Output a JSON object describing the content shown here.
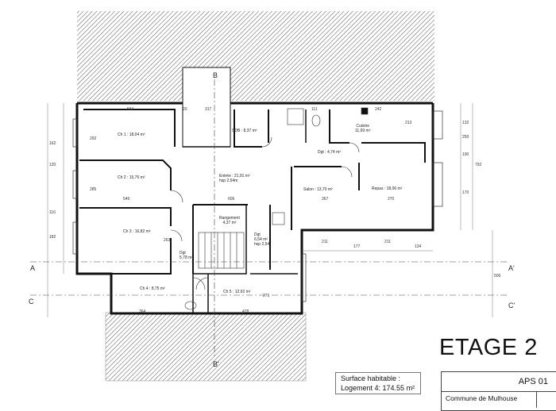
{
  "drawing": {
    "title": "ETAGE 2",
    "surface": {
      "line1": "Surface habitable :",
      "line2": "Logement 4: 174.55 m²"
    },
    "title_block": {
      "code": "APS 01",
      "commune": "Commune de Mulhouse"
    }
  },
  "sections": {
    "A": "A",
    "A_prime": "A'",
    "B": "B",
    "B_prime": "B'",
    "C": "C",
    "C_prime": "C'"
  },
  "rooms": [
    {
      "name": "Ch 1 : 18,04 m²"
    },
    {
      "name": "Ch 2 : 15,76 m²"
    },
    {
      "name": "Ch 3 : 16,82 m²"
    },
    {
      "name": "Ch 4 : 8,75 m²"
    },
    {
      "name": "Ch 5 : 12,92 m²"
    },
    {
      "name": "SDB : 8,37 m²"
    },
    {
      "name": "Entrée : 21,91 m²",
      "sub": "hsp 2,54m"
    },
    {
      "name": "Rangement",
      "sub": "4,37 m²"
    },
    {
      "name": "Dgt",
      "sub": "5,78 m²"
    },
    {
      "name": "Dgt",
      "sub": "6,54 m²",
      "sub2": "hsp 2,54"
    },
    {
      "name": "Dgt : 4,74 m²"
    },
    {
      "name": "Cuisine",
      "sub": "11,69 m²"
    },
    {
      "name": "Salon : 13,70 m²"
    },
    {
      "name": "Repas : 18,06 m²"
    }
  ],
  "dimensions": [
    "564",
    "20",
    "317",
    "111",
    "242",
    "213",
    "545",
    "606",
    "367",
    "270",
    "211",
    "177",
    "211",
    "134",
    "364",
    "478",
    "792",
    "506",
    "132",
    "250",
    "190",
    "170",
    "116",
    "182",
    "162",
    "120",
    "292",
    "285",
    "263",
    "271"
  ],
  "colors": {
    "ink": "#111111",
    "hatch": "#555555",
    "paper": "#ffffff"
  }
}
